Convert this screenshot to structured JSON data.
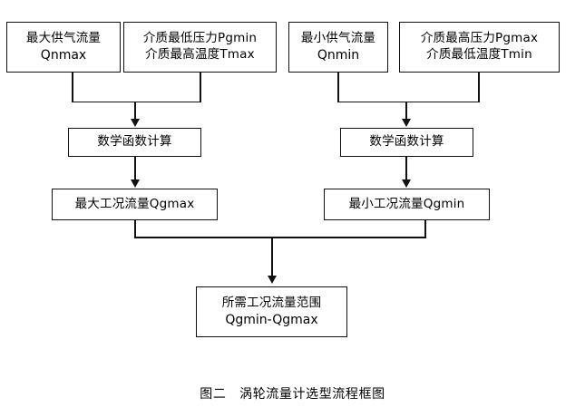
{
  "figure": {
    "caption": "图二　涡轮流量计选型流程框图",
    "title_label": "涡轮流量计选型流程框图",
    "figure_number": "图二"
  },
  "nodes": {
    "input_qnmax": {
      "line1": "最大供气流量",
      "line2": "Qnmax"
    },
    "input_pgmin_tmax": {
      "line1": "介质最低压力Pgmin",
      "line2": "介质最高温度Tmax"
    },
    "input_qnmin": {
      "line1": "最小供气流量",
      "line2": "Qnmin"
    },
    "input_pgmax_tmin": {
      "line1": "介质最高压力Pgmax",
      "line2": "介质最低温度Tmin"
    },
    "calc_left": {
      "line1": "数学函数计算"
    },
    "calc_right": {
      "line1": "数学函数计算"
    },
    "result_qgmax": {
      "line1": "最大工况流量Qgmax"
    },
    "result_qgmin": {
      "line1": "最小工况流量Qgmin"
    },
    "final_range": {
      "line1": "所需工况流量范围",
      "line2": "Qgmin-Qgmax"
    }
  },
  "style": {
    "stroke_color": "#111111",
    "box_fill": "#ffffff",
    "page_background": "#ffffff",
    "text_color": "#000000"
  }
}
